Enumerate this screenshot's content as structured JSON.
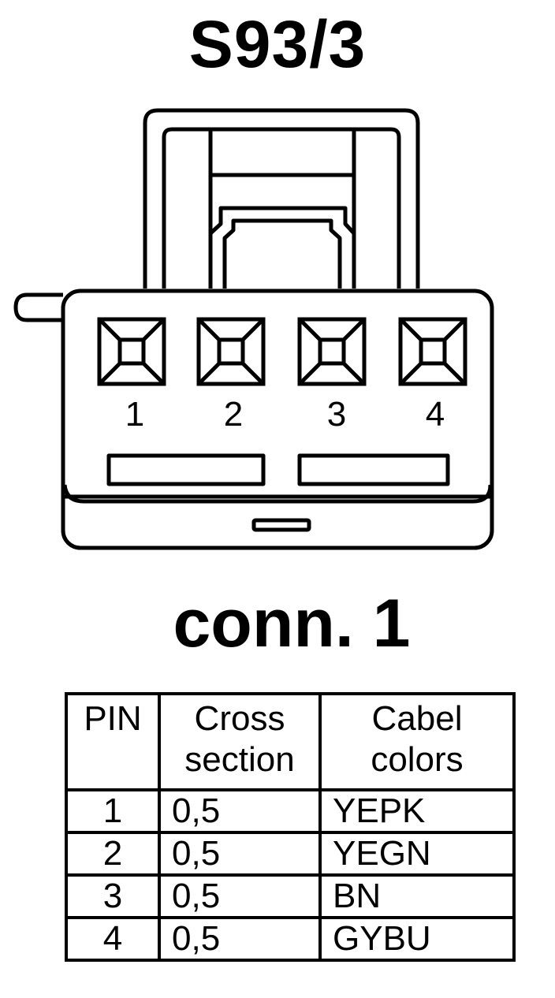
{
  "title": "S93/3",
  "connector": {
    "pins": [
      {
        "number": "1"
      },
      {
        "number": "2"
      },
      {
        "number": "3"
      },
      {
        "number": "4"
      }
    ]
  },
  "conn_label": "conn. 1",
  "table": {
    "headers": {
      "pin": "PIN",
      "cross_line1": "Cross",
      "cross_line2": "section",
      "colors_line1": "Cabel",
      "colors_line2": "colors"
    },
    "rows": [
      {
        "pin": "1",
        "cross": "0,5",
        "color": "YEPK"
      },
      {
        "pin": "2",
        "cross": "0,5",
        "color": "YEGN"
      },
      {
        "pin": "3",
        "cross": "0,5",
        "color": "BN"
      },
      {
        "pin": "4",
        "cross": "0,5",
        "color": "GYBU"
      }
    ]
  }
}
